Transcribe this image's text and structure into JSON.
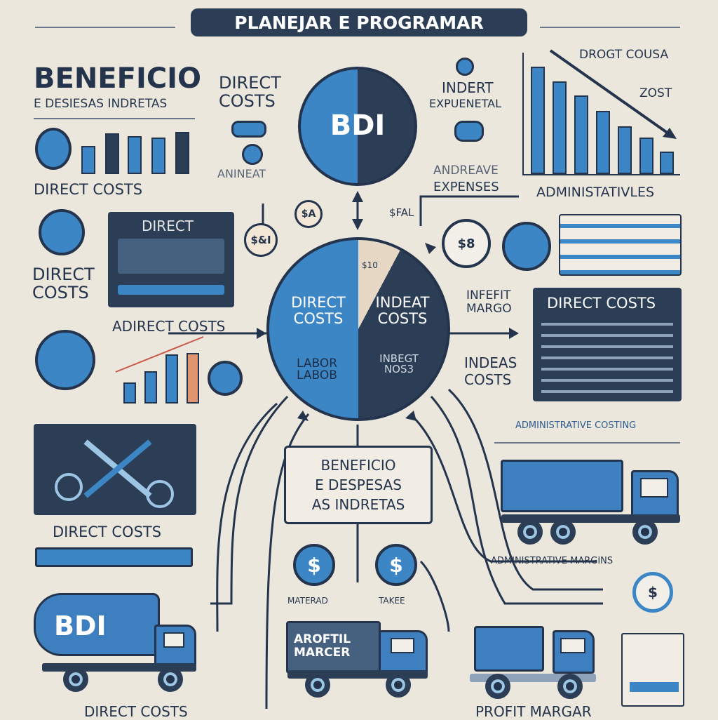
{
  "header": {
    "title": "PLANEJAR E PROGRAMAR"
  },
  "left": {
    "heading": "BENEFICIO",
    "subheading": "E DESIESAS INDRETAS",
    "bars_label": "DIRECT COSTS",
    "panel_title": "DIRECT",
    "side_label": "DIRECT COSTS",
    "trend_label": "ADIRECT COSTS",
    "tools_label": "DIRECT COSTS",
    "truck_label": "BDI",
    "bottom_label": "DIRECT COSTS"
  },
  "center": {
    "top_label": "DIRECT COSTS",
    "top_sub": "ANINEAT",
    "bdi": "BDI",
    "badge_left": "$&I",
    "badge_mid": "$A",
    "badge_right": "$FAL",
    "pie": {
      "slice_left": "DIRECT COSTS",
      "slice_right": "INDEAT COSTS",
      "sub_left": "LABOR LABOB",
      "sub_right": "INBEGT NOS3",
      "small": "$10"
    },
    "box_text": [
      "BENEFICIO",
      "E DESPESAS",
      "AS INDRETAS"
    ],
    "coin_left": "MATERAD",
    "coin_right": "TAKEE",
    "truck_text": "AROFTIL MARCER"
  },
  "right": {
    "top_label1": "INDERT",
    "top_label2": "EXPUENETAL",
    "mid_label1": "ANDREAVE",
    "mid_label2": "EXPENSES",
    "chart_title": "DROGT COUSA",
    "chart_sub": "ZOST",
    "chart_xlabel": "ADMINISTATIVLES",
    "coin": "$8",
    "margin1": "INFEFIT",
    "margin2": "MARGO",
    "indeas1": "INDEAS",
    "indeas2": "COSTS",
    "table_title": "DIRECT COSTS",
    "caption": "ADMINISTRATIVE COSTING",
    "margins": "ADMINISTRATIVE MARGINS",
    "bottom_label": "PROFIT MARGAR"
  },
  "colors": {
    "bg": "#ece7dc",
    "blue": "#3d86c6",
    "navy": "#24344d",
    "dark": "#2c3e55"
  }
}
